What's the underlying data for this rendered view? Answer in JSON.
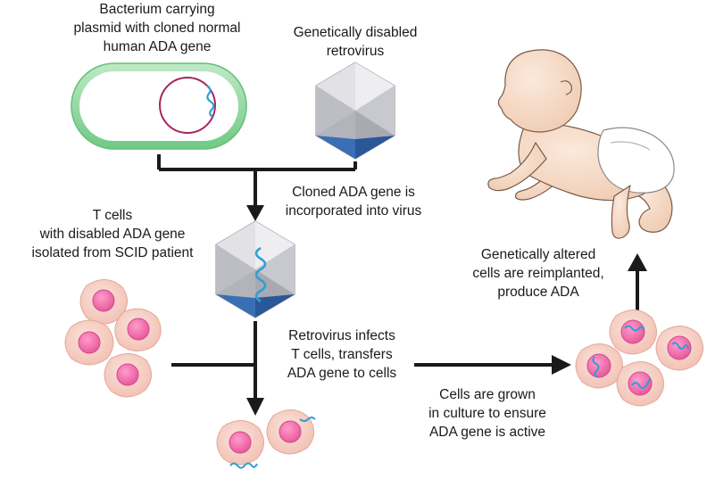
{
  "labels": {
    "bacterium": [
      "Bacterium carrying",
      "plasmid with cloned normal",
      "human ADA gene"
    ],
    "retrovirus": [
      "Genetically disabled",
      "retrovirus"
    ],
    "incorporated": [
      "Cloned ADA gene is",
      "incorporated into virus"
    ],
    "tcells": [
      "T cells",
      "with disabled ADA gene",
      "isolated from SCID patient"
    ],
    "infects": [
      "Retrovirus infects",
      "T cells, transfers",
      "ADA gene to cells"
    ],
    "grown": [
      "Cells are grown",
      "in culture to ensure",
      "ADA gene is active"
    ],
    "reimplanted": [
      "Genetically altered",
      "cells are reimplanted,",
      "produce ADA"
    ]
  },
  "colors": {
    "arrow": "#1a1a1a",
    "bacterium_wall": "#7fd08f",
    "plasmid": "#a3265c",
    "gene": "#2e9fd8",
    "cell_body": "#f7cfc4",
    "cell_nucleus": "#f06aa8",
    "virus_light": "#cfcfd4",
    "virus_dark": "#2f63a8",
    "skin": "#f5dcc8"
  }
}
